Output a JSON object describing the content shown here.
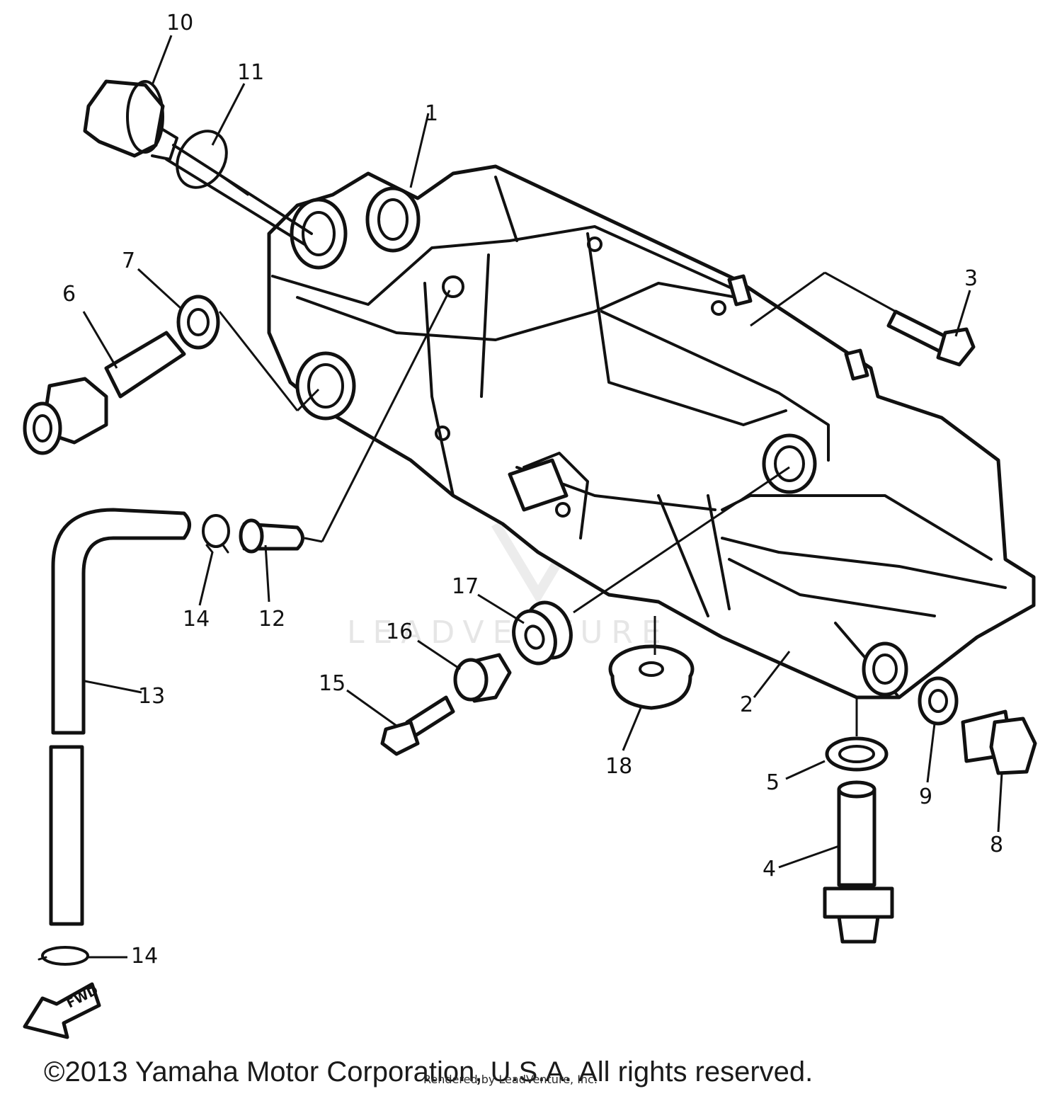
{
  "callouts": {
    "p1": "1",
    "p2": "2",
    "p3": "3",
    "p4": "4",
    "p5": "5",
    "p6": "6",
    "p7": "7",
    "p8": "8",
    "p9": "9",
    "p10": "10",
    "p11": "11",
    "p12": "12",
    "p13": "13",
    "p14a": "14",
    "p14b": "14",
    "p15": "15",
    "p16": "16",
    "p17": "17",
    "p18": "18"
  },
  "direction_arrow": "FWD",
  "watermark": "LEADVENTURE",
  "footer": {
    "copyright": "©2013 Yamaha Motor Corporation, U.S.A. All rights reserved.",
    "rendered_by": "Rendered by LeadVenture, Inc."
  }
}
